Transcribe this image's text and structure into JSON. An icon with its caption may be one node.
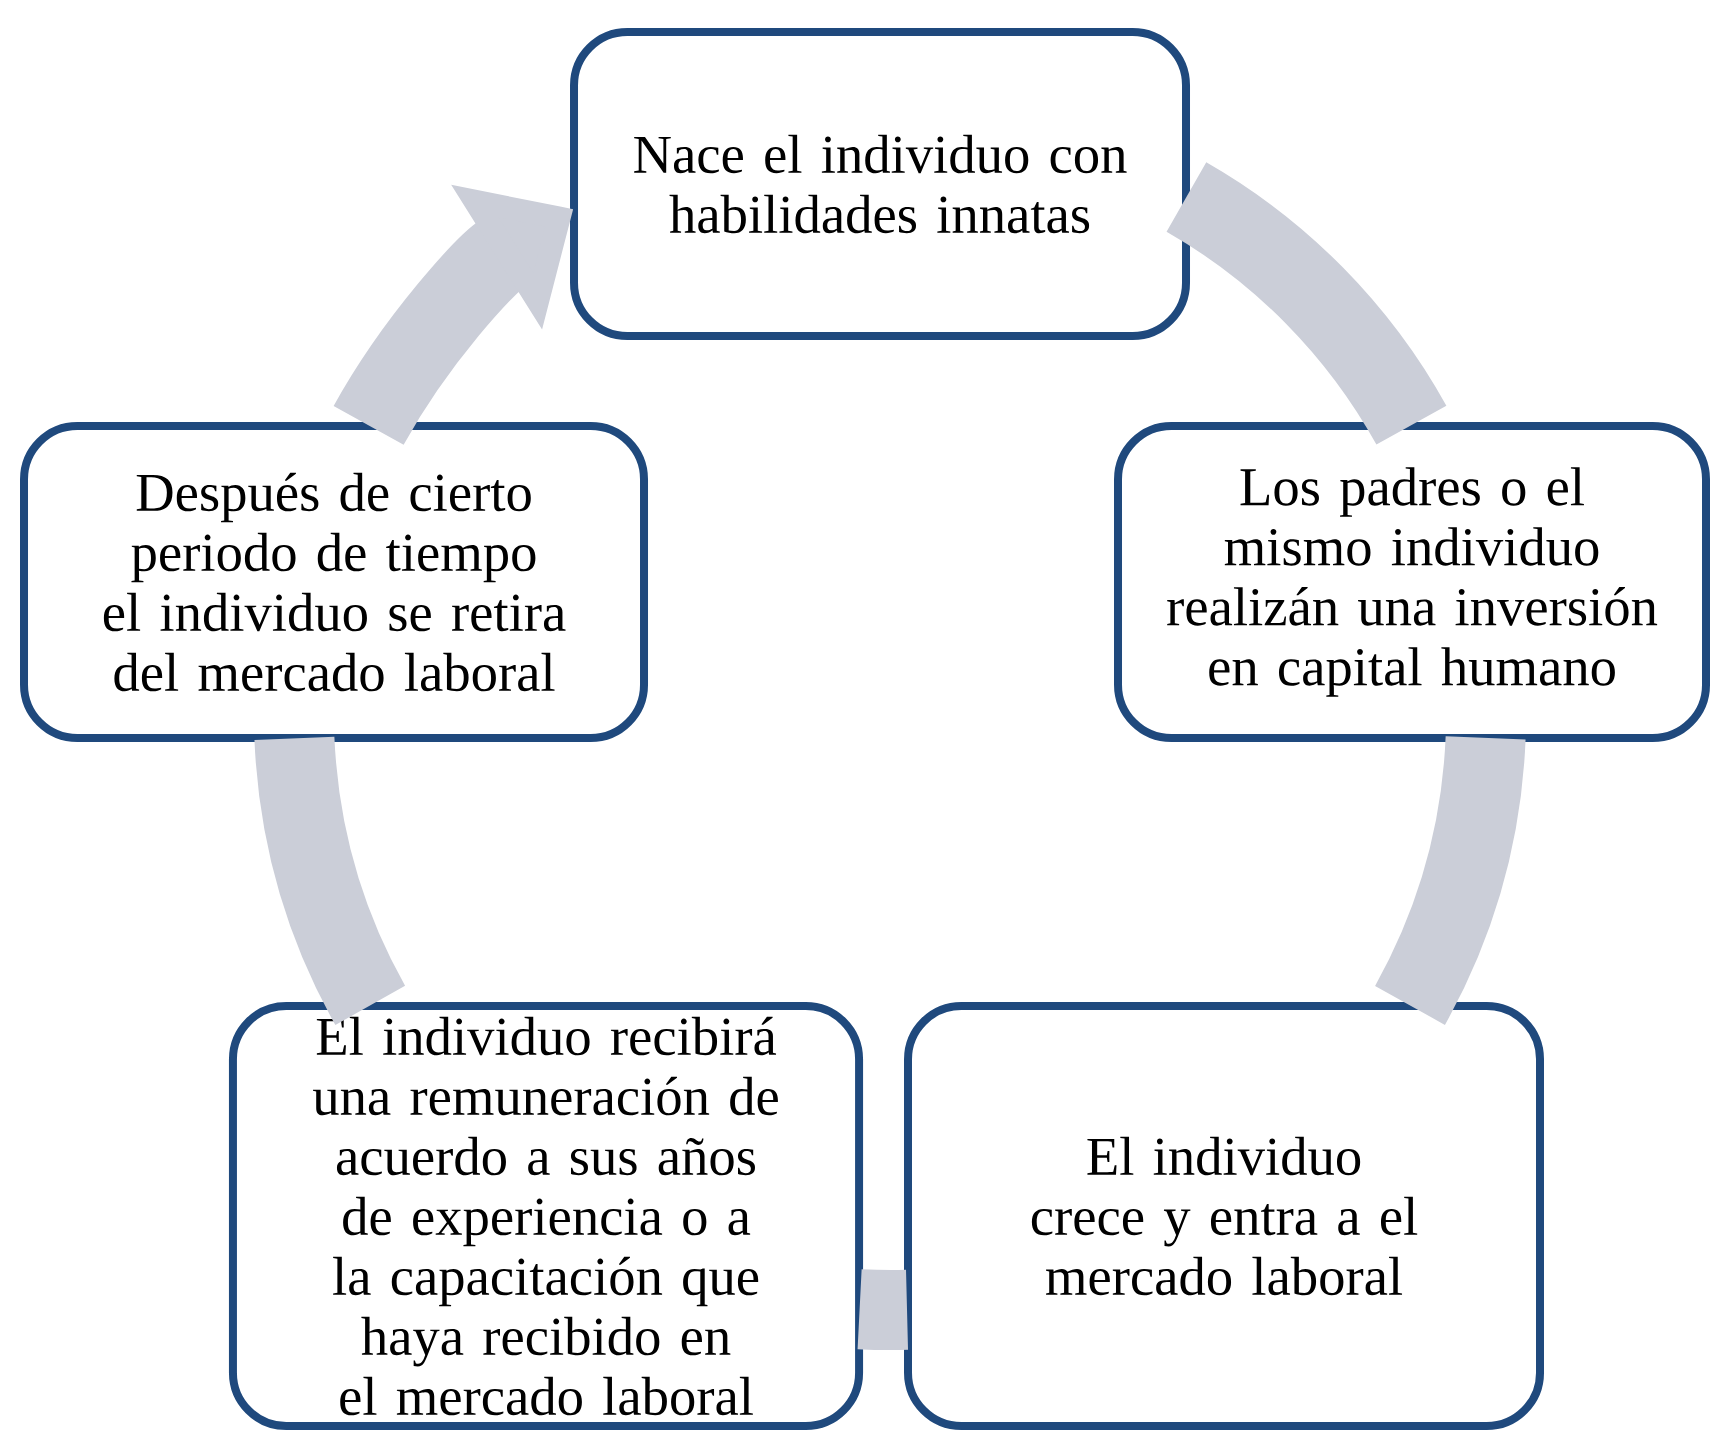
{
  "diagram": {
    "nodes": [
      {
        "text": [
          "Nace el individuo con habilidades innatas"
        ]
      },
      {
        "text": [
          "Los padres o el mismo individuo realizán una inversión en capital humano"
        ]
      },
      {
        "text": [
          "El individuo crece y entra a el mercado laboral"
        ]
      },
      {
        "text": [
          "El individuo recibirá una remuneración de acuerdo a sus años de experiencia o a la capacitación que haya recibido en el mercado laboral"
        ]
      },
      {
        "text": [
          "Después de cierto periodo de tiempo el individuo se retira del mercado laboral"
        ]
      }
    ],
    "edges": [
      {
        "from": 0,
        "to": 1,
        "arrow": "none"
      },
      {
        "from": 1,
        "to": 2,
        "arrow": "none"
      },
      {
        "from": 2,
        "to": 3,
        "arrow": "none"
      },
      {
        "from": 3,
        "to": 4,
        "arrow": "none"
      },
      {
        "from": 4,
        "to": 0,
        "arrow": "to"
      }
    ]
  }
}
